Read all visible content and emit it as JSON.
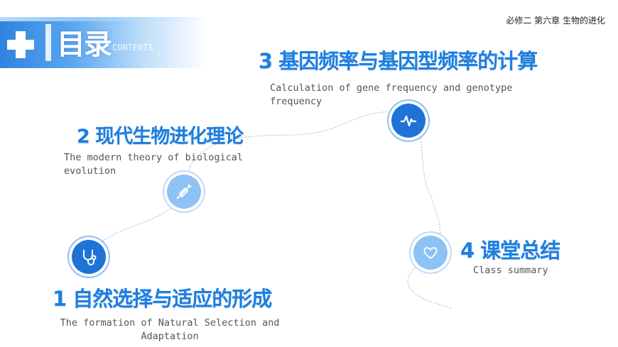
{
  "header": {
    "title": "目录",
    "subtitle": "CONTENTS",
    "breadcrumb": "必修二  第六章 生物的进化"
  },
  "items": [
    {
      "number": "1",
      "title": "自然选择与适应的形成",
      "desc_lines": [
        "The formation of Natural Selection and",
        "Adaptation"
      ],
      "icon": "stethoscope-icon"
    },
    {
      "number": "2",
      "title": "现代生物进化理论",
      "desc_lines": [
        "The modern theory of biological",
        "evolution"
      ],
      "icon": "syringe-icon"
    },
    {
      "number": "3",
      "title": "基因频率与基因型频率的计算",
      "desc_lines": [
        "Calculation of gene frequency and genotype",
        "frequency"
      ],
      "icon": "pulse-icon"
    },
    {
      "number": "4",
      "title": "课堂总结",
      "desc_lines": [
        "Class summary"
      ],
      "icon": "heart-icon"
    }
  ],
  "colors": {
    "accent": "#1f73d6",
    "title": "#1d7fe0",
    "light": "#8ec2f4"
  }
}
